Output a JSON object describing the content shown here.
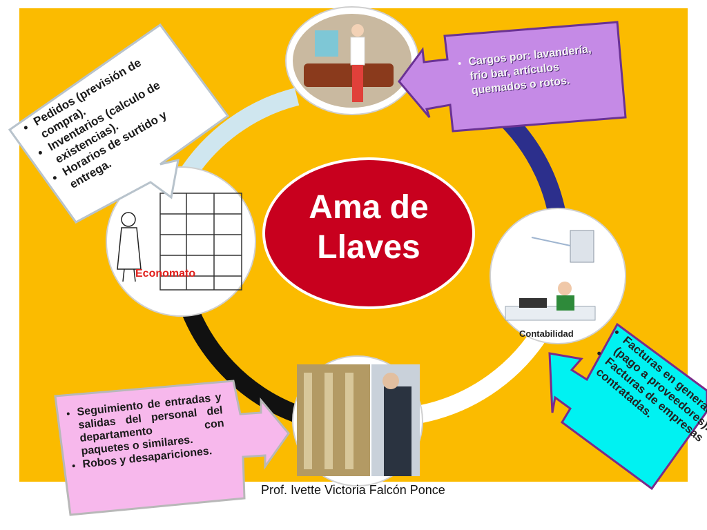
{
  "center": {
    "title_line1": "Ama de",
    "title_line2": "Llaves"
  },
  "nodes": {
    "economato": {
      "label": "Economato"
    },
    "contabilidad": {
      "label": "Contabilidad"
    }
  },
  "callouts": {
    "pedidos": {
      "items": [
        "Pedidos (previsión de compra).",
        "Inventarios (calculo de existencias).",
        "Horarios de surtido  y entrega."
      ]
    },
    "cargos": {
      "items": [
        "Cargos por: lavandería, frio bar, artículos quemados o rotos."
      ]
    },
    "facturas": {
      "items": [
        "Facturas en general (pago a proveedores).",
        "Facturas de empresas contratadas."
      ]
    },
    "seguimiento": {
      "items": [
        "Seguimiento de entradas y salidas del personal del departamento con paquetes o similares.",
        "Robos y desapariciones."
      ]
    }
  },
  "footer": {
    "author": "Prof. Ivette Victoria Falcón Ponce"
  },
  "colors": {
    "background": "#fbbb00",
    "center_fill": "#c8001e",
    "ring_navy": "#2c2f8c",
    "ring_black": "#111111",
    "ring_white": "#ffffff",
    "ring_lightblue": "#cfe6ef",
    "callout_purple": "#c58ae6",
    "callout_cyan": "#00f2f2",
    "callout_pink": "#f7b8ec",
    "callout_white": "#ffffff"
  }
}
